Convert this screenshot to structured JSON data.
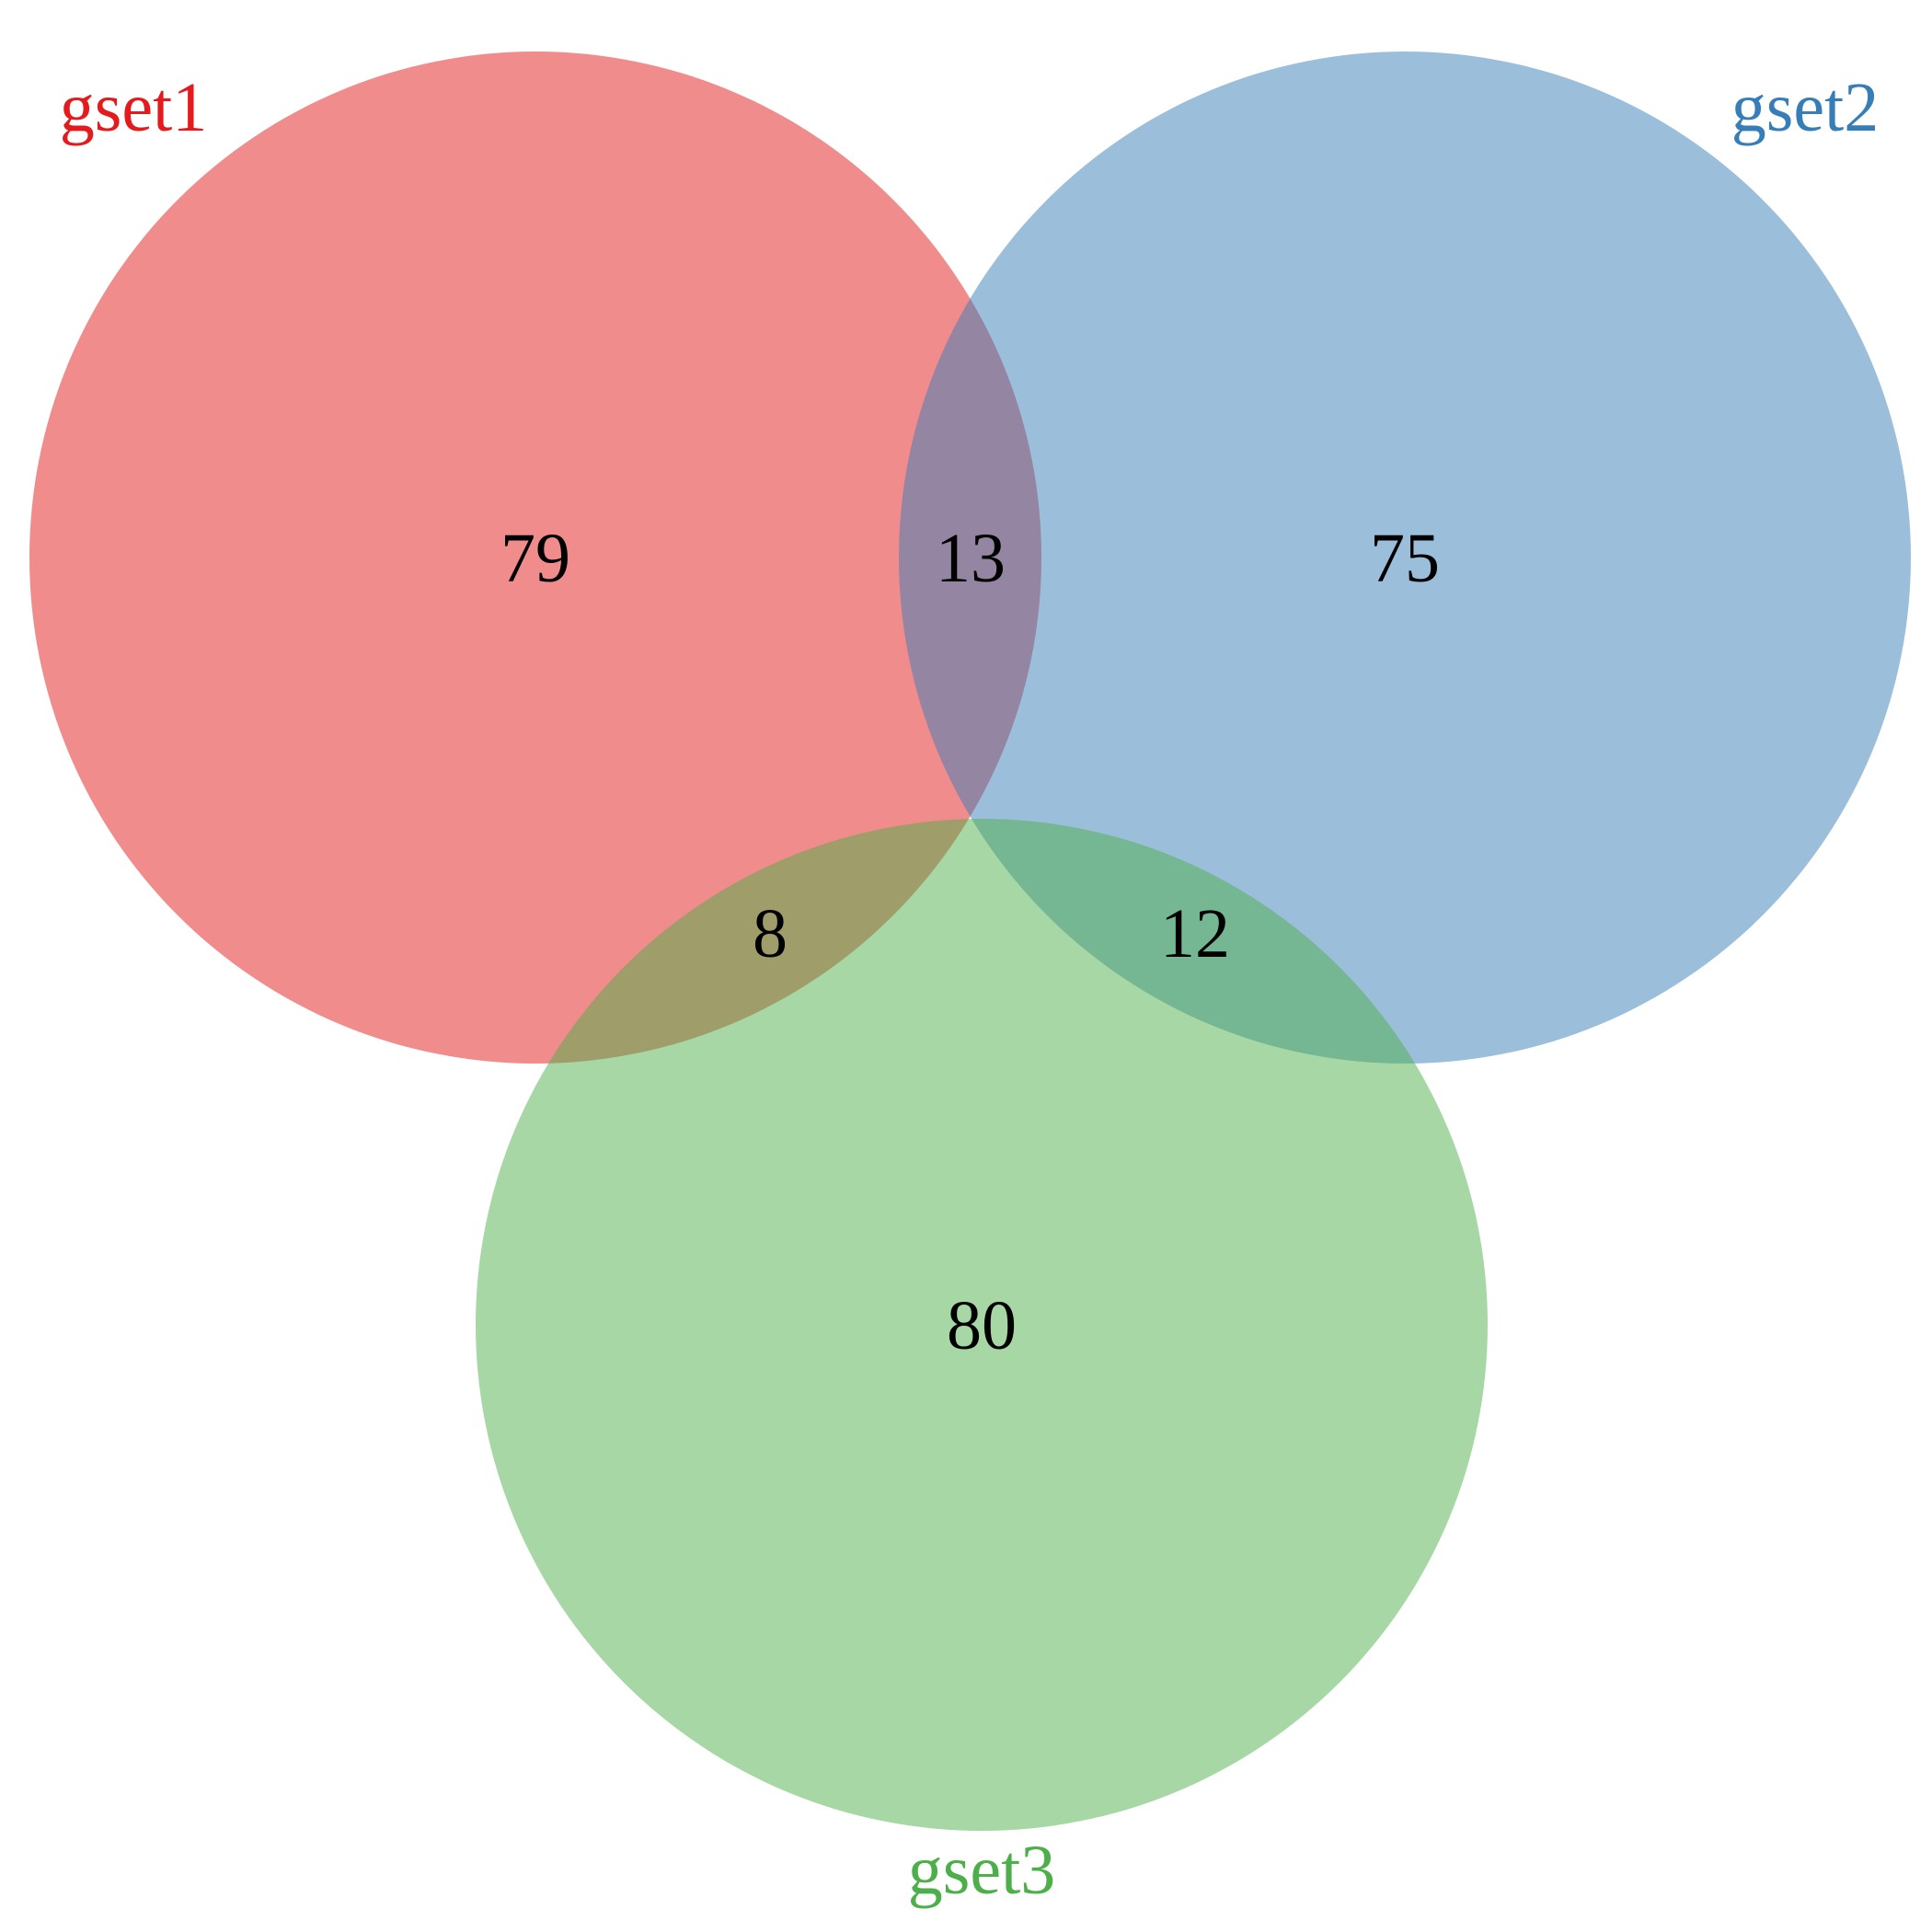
{
  "sets": [
    {
      "id": "gset1",
      "label": "gset1",
      "color": "#E41A1C"
    },
    {
      "id": "gset2",
      "label": "gset2",
      "color": "#377EB8"
    },
    {
      "id": "gset3",
      "label": "gset3",
      "color": "#4DAF4A"
    }
  ],
  "regions": {
    "gset1_only": "79",
    "gset2_only": "75",
    "gset3_only": "80",
    "gset1_gset2": "13",
    "gset1_gset3": "8",
    "gset2_gset3": "12"
  }
}
